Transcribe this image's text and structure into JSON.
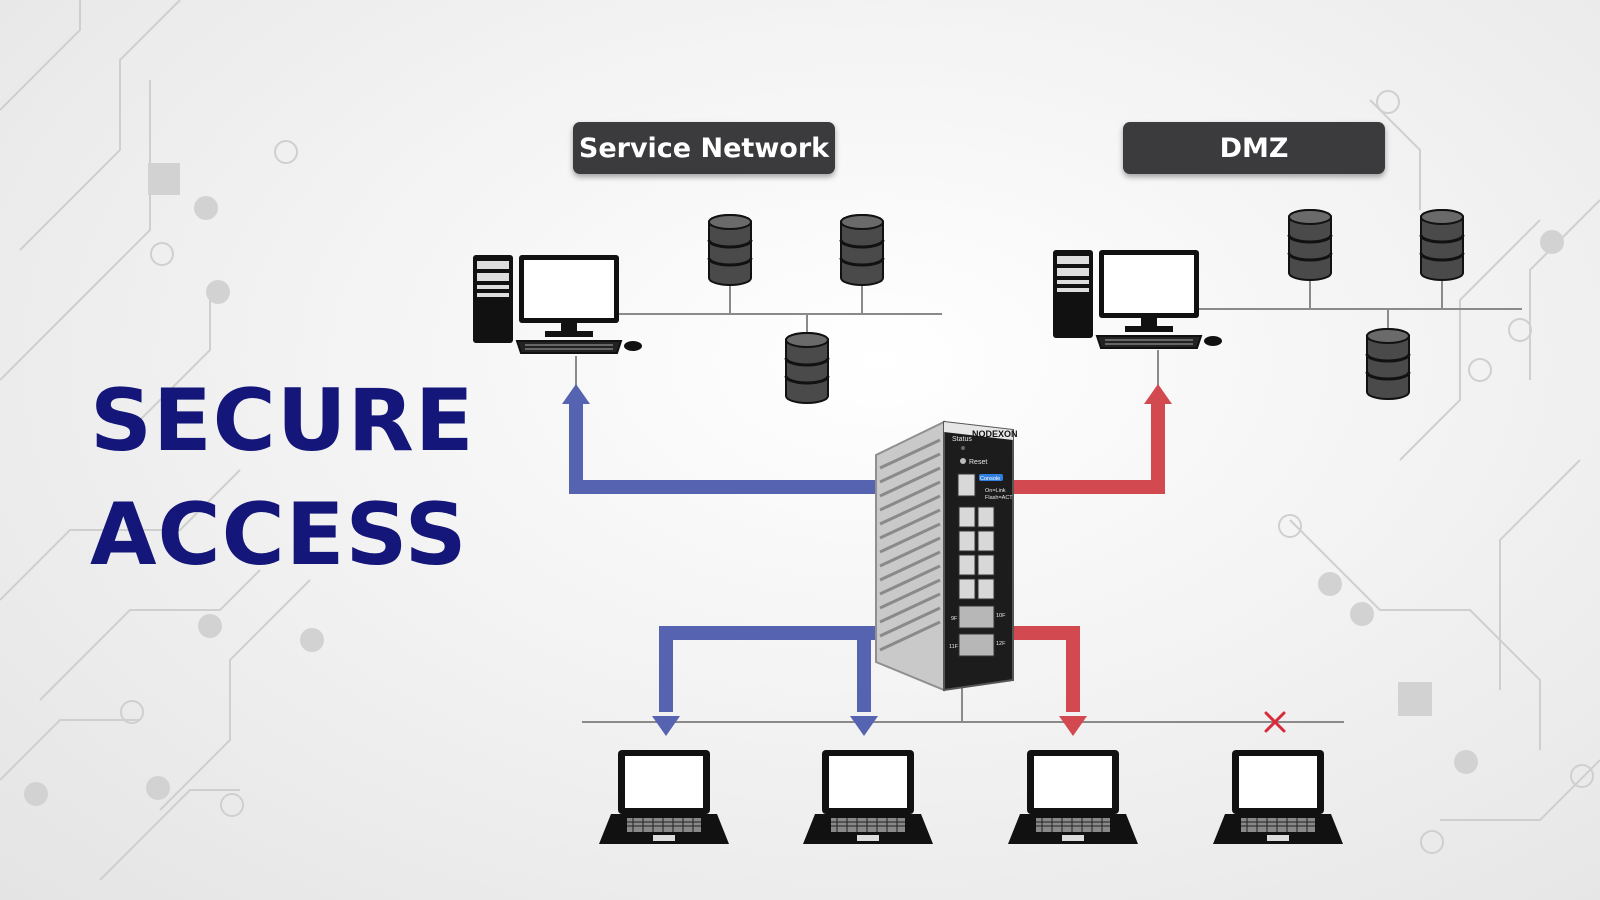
{
  "labels": {
    "service_network": "Service Network",
    "dmz": "DMZ"
  },
  "headline": {
    "line1": "SECURE",
    "line2": "ACCESS"
  },
  "switch": {
    "brand": "NODEXON",
    "status": "Status",
    "reset": "Reset",
    "console": "Console",
    "led_legend_1": "On=Link",
    "led_legend_2": "Flash=ACT",
    "sfp_labels": [
      "9F",
      "10F",
      "11F",
      "12F"
    ]
  },
  "icons": {
    "blocked": "x-mark-icon"
  },
  "colors": {
    "allowed_path": "#5563b0",
    "dmz_path": "#d24a4f",
    "headline": "#14167a",
    "label_bg": "#3b3b3d",
    "blocked_mark": "#d92a3a"
  }
}
